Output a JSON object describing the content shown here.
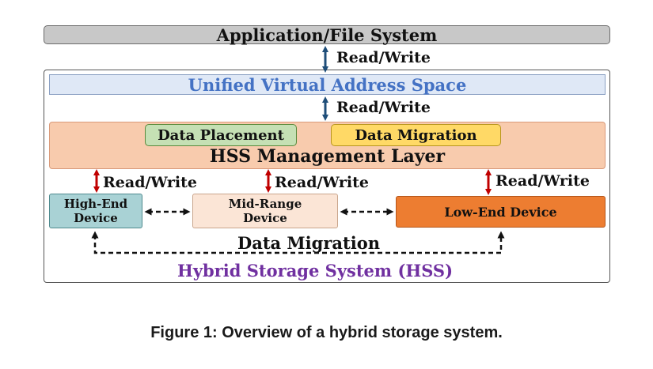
{
  "diagram": {
    "top_layer": "Application/File System",
    "unified_space": "Unified Virtual Address Space",
    "management": {
      "title": "HSS Management Layer",
      "placement": "Data Placement",
      "migration": "Data Migration"
    },
    "devices": {
      "high": [
        "High-End",
        "Device"
      ],
      "mid": [
        "Mid-Range",
        "Device"
      ],
      "low": "Low-End Device"
    },
    "read_write_label": "Read/Write",
    "migration_label": "Data Migration",
    "system_label": "Hybrid Storage System (HSS)",
    "colors": {
      "blue_arrow": "#1f4e79",
      "red_arrow": "#c00000",
      "system_label": "#7030a0",
      "unified_text": "#4472c4"
    }
  },
  "caption": "Figure 1: Overview of a hybrid storage system."
}
